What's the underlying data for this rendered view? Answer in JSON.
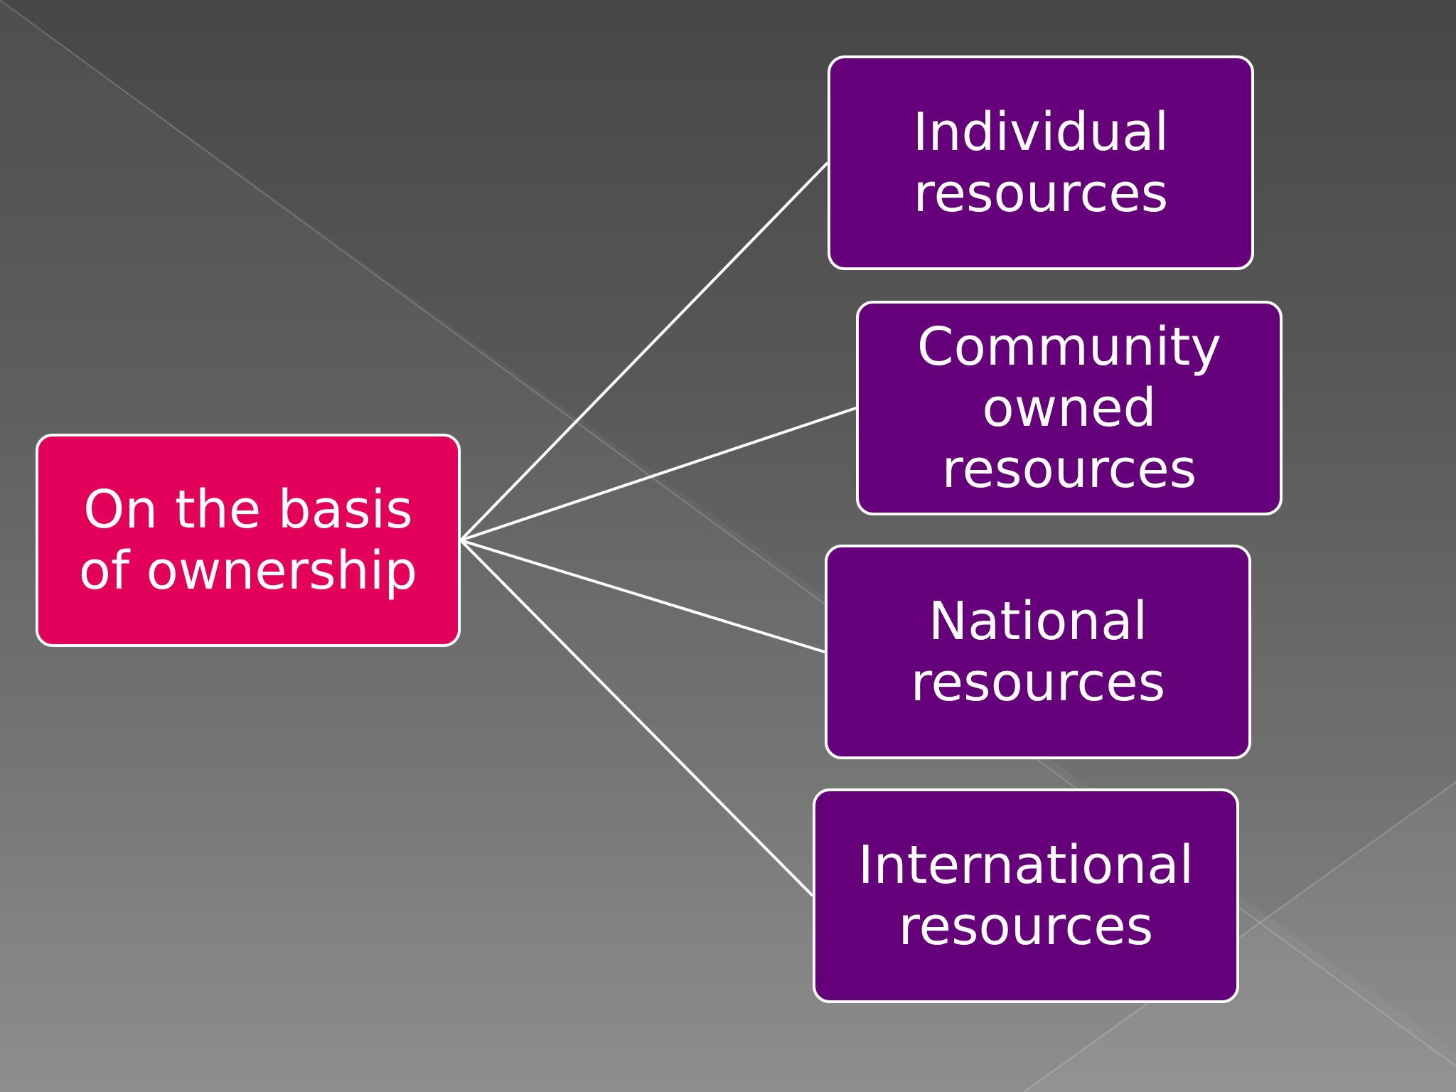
{
  "diagram": {
    "root": {
      "label": "On the basis\nof ownership",
      "color": "#e3005a"
    },
    "children": [
      {
        "label": "Individual\nresources",
        "color": "#66007a"
      },
      {
        "label": "Community\nowned\nresources",
        "color": "#66007a"
      },
      {
        "label": "National\nresources",
        "color": "#66007a"
      },
      {
        "label": "International\nresources",
        "color": "#66007a"
      }
    ],
    "connector_color": "#ffffff"
  }
}
